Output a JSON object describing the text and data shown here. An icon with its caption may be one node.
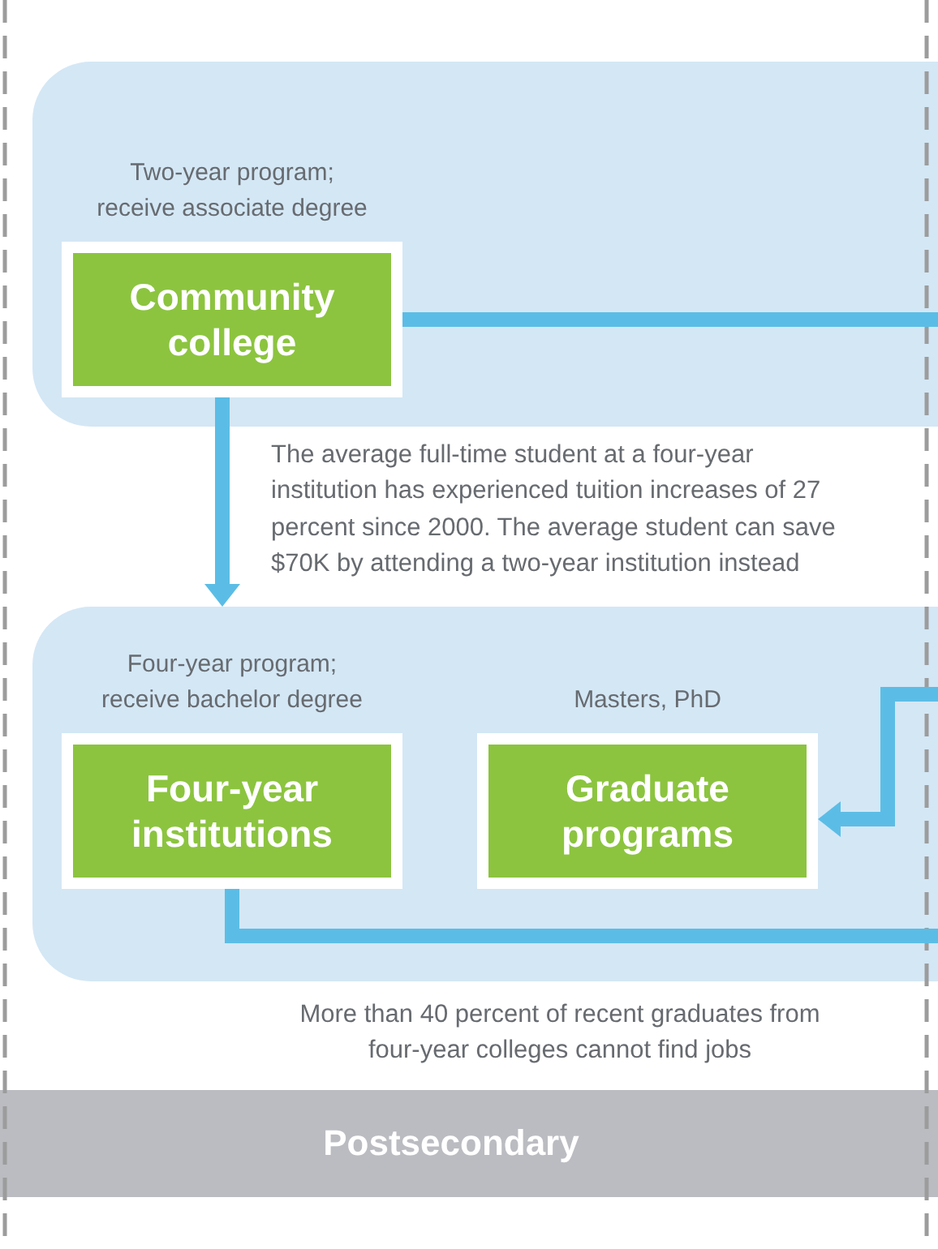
{
  "diagram": {
    "nodes": [
      {
        "text": [],
        "shape": "box"
      },
      {
        "text": [
          "Two-year program; receive associate degree",
          "Community college"
        ],
        "in": 0
      },
      {
        "text": [],
        "shape": "box"
      },
      {
        "text": [
          "Four-year program; receive bachelor degree",
          "Four-year institutions"
        ],
        "in": 2
      },
      {
        "text": [
          "Masters, PhD",
          "Graduate programs"
        ],
        "in": 2
      },
      {
        "text": [
          "Postsecondary"
        ]
      }
    ],
    "edges": [
      {
        "from": 1,
        "to": null,
        "arrow": "none"
      },
      {
        "from": 1,
        "to": 2,
        "arrow": "to"
      },
      {
        "from": null,
        "to": 4,
        "arrow": "to"
      },
      {
        "from": 3,
        "to": null,
        "arrow": "none"
      }
    ],
    "labels": [
      "The average full-time student at a four-year institution has experienced tuition increases of 27 percent since 2000. The average student can save $70K by attending a two-year institution instead",
      "More than 40 percent of recent graduates from four-year colleges cannot find jobs"
    ]
  }
}
